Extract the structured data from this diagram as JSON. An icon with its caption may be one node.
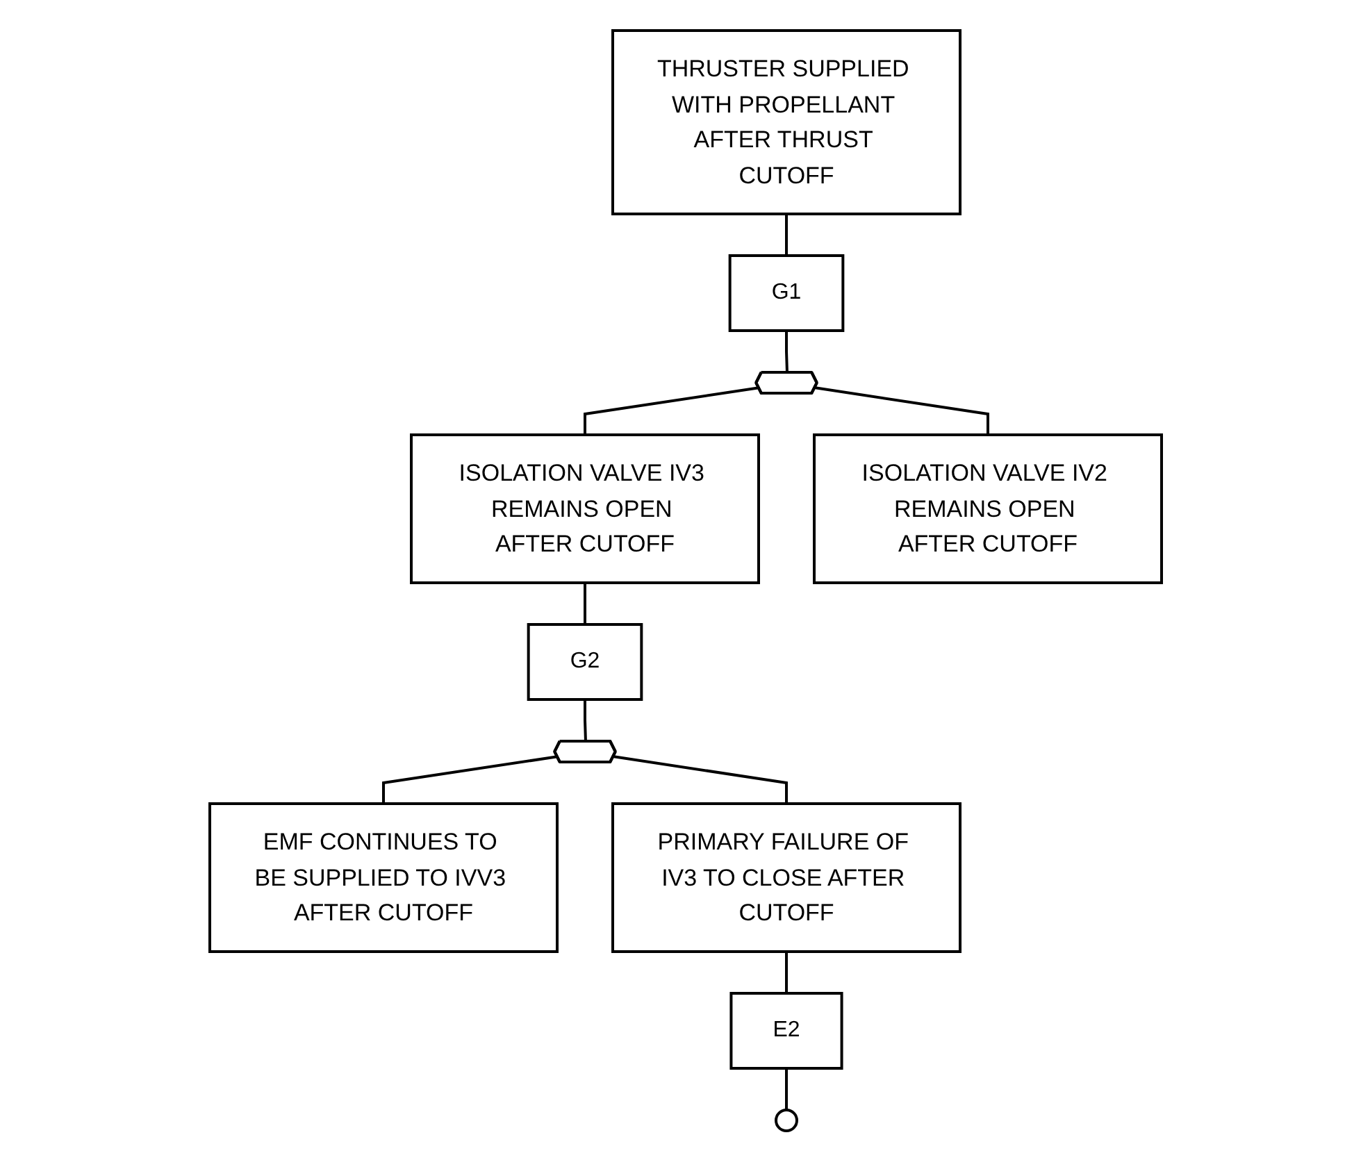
{
  "diagram": {
    "nodes": [
      {
        "text": [
          "THRUSTER SUPPLIED WITH PROPELLANT AFTER THRUST CUTOFF"
        ]
      },
      {
        "text": [
          "G1"
        ]
      },
      {
        "text": [],
        "shape": "gate"
      },
      {
        "text": [
          "ISOLATION VALVE IV3 REMAINS OPEN AFTER CUTOFF"
        ]
      },
      {
        "text": [
          "ISOLATION VALVE IV2 REMAINS OPEN AFTER CUTOFF"
        ]
      },
      {
        "text": [
          "G2"
        ]
      },
      {
        "text": [],
        "shape": "gate"
      },
      {
        "text": [
          "EMF CONTINUES TO BE SUPPLIED TO IVV3 AFTER CUTOFF"
        ]
      },
      {
        "text": [
          "PRIMARY FAILURE OF IV3 TO CLOSE AFTER CUTOFF"
        ]
      },
      {
        "text": [
          "E2"
        ]
      },
      {
        "text": [],
        "shape": "circle"
      }
    ],
    "edges": [
      {
        "from": 0,
        "to": 1,
        "arrow": "none"
      },
      {
        "from": 1,
        "to": 2,
        "arrow": "none"
      },
      {
        "from": 2,
        "to": 3,
        "arrow": "none"
      },
      {
        "from": 2,
        "to": 4,
        "arrow": "none"
      },
      {
        "from": 3,
        "to": 5,
        "arrow": "none"
      },
      {
        "from": 5,
        "to": 6,
        "arrow": "none"
      },
      {
        "from": 6,
        "to": 7,
        "arrow": "none"
      },
      {
        "from": 6,
        "to": 8,
        "arrow": "none"
      },
      {
        "from": 8,
        "to": 9,
        "arrow": "none"
      },
      {
        "from": 9,
        "to": 10,
        "arrow": "none"
      }
    ]
  }
}
